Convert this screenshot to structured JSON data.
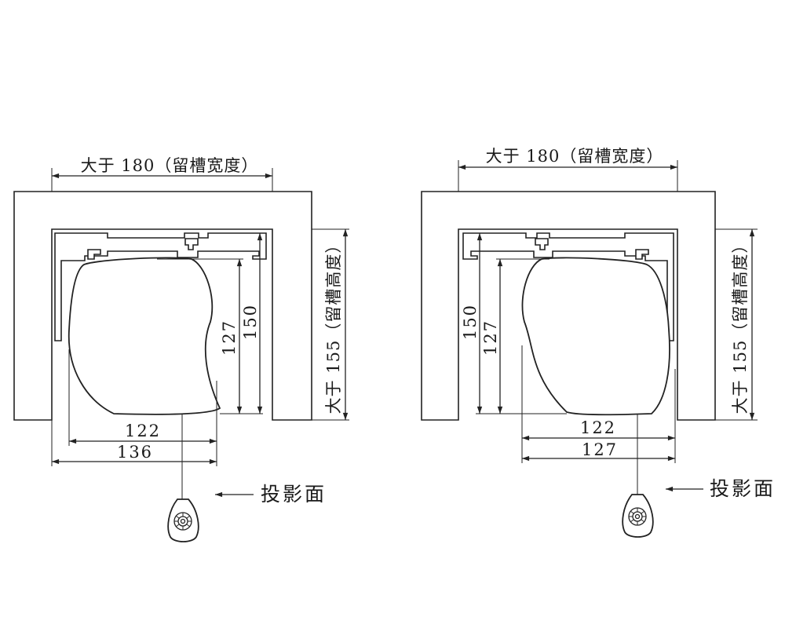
{
  "left_diagram": {
    "slot_width_label": "大于 180（留槽宽度）",
    "slot_height_label": "大于 155（留槽高度）",
    "dim_150": "150",
    "dim_127": "127",
    "dim_width_inner": "122",
    "dim_width_outer": "136",
    "projection_label": "投影面"
  },
  "right_diagram": {
    "slot_width_label": "大于 180（留槽宽度）",
    "slot_height_label": "大于 155（留槽高度）",
    "dim_150": "150",
    "dim_127": "127",
    "dim_width_inner": "122",
    "dim_width_outer": "127",
    "projection_label": "投影面"
  }
}
